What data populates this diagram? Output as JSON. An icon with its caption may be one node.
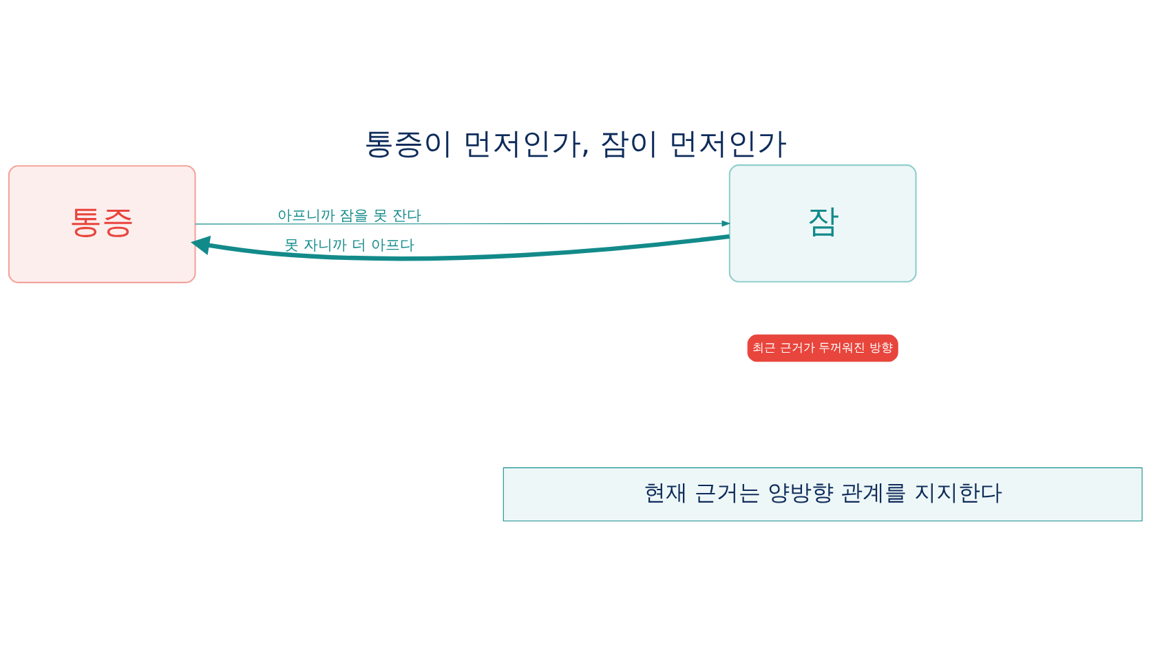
{
  "diagram": {
    "title": "통증이 먼저인가, 잠이 먼저인가",
    "caption": "현재 근거는 양방향 관계를 지지한다",
    "nodes": [
      {
        "text": [
          "통증"
        ]
      },
      {
        "text": [
          "잠"
        ]
      }
    ],
    "edges": [
      {
        "from": 0,
        "to": 1,
        "arrow": "to",
        "label": "아프니까 잠을 못 잔다"
      },
      {
        "from": 1,
        "to": 0,
        "arrow": "to",
        "label": "못 자니까 더 아프다",
        "style": "thick"
      }
    ],
    "labels": [
      "최근 근거가 두꺼워진 방향"
    ]
  }
}
